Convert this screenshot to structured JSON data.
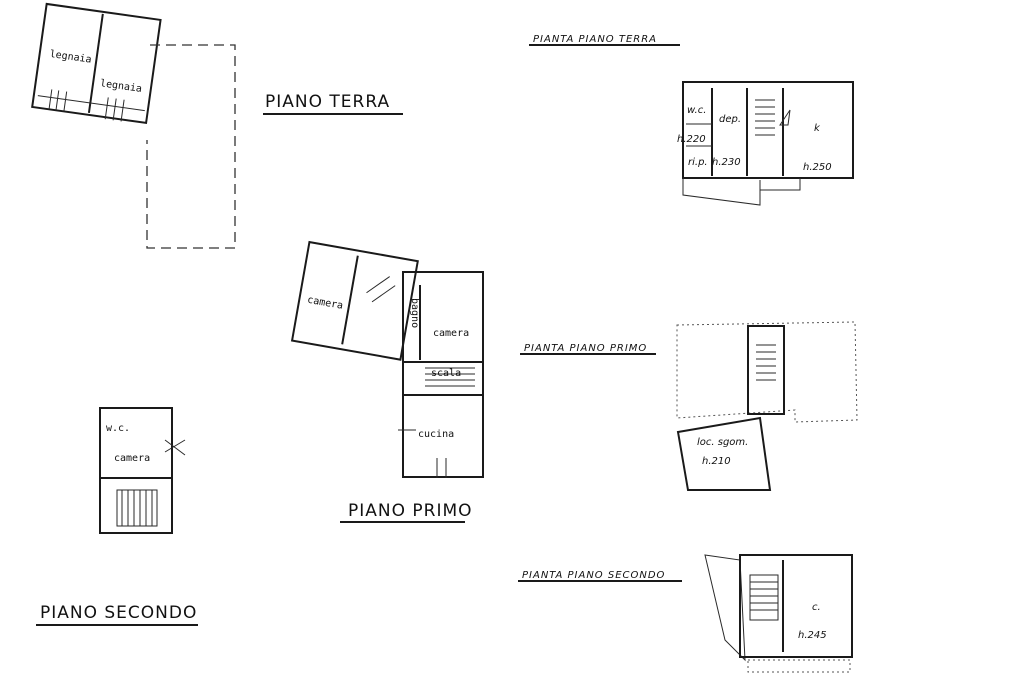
{
  "left_plans": {
    "terra": {
      "title": "PIANO  TERRA",
      "rooms": [
        "legnaia",
        "legnaia"
      ]
    },
    "primo": {
      "title": "PIANO  PRIMO",
      "rooms": [
        "camera",
        "bagno",
        "camera",
        "scala",
        "cucina"
      ]
    },
    "secondo": {
      "title": "PIANO  SECONDO",
      "rooms": [
        "w.c.",
        "camera"
      ]
    }
  },
  "right_plans": {
    "terra": {
      "title": "PIANTA  PIANO  TERRA",
      "labels": [
        "w.c.",
        "dep.",
        "k",
        "h.220",
        "ri.p.",
        "h.230",
        "h.250"
      ]
    },
    "primo": {
      "title": "PIANTA  PIANO  PRIMO",
      "labels": [
        "loc. sgom.",
        "h.210"
      ]
    },
    "secondo": {
      "title": "PIANTA  PIANO  SECONDO",
      "labels": [
        "c.",
        "h.245"
      ]
    }
  }
}
